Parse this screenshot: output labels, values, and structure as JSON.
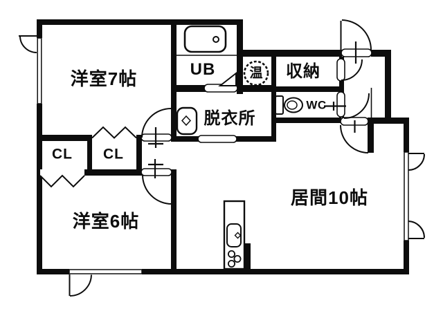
{
  "floorplan": {
    "type": "japanese-apartment-floorplan",
    "rooms": {
      "bedroom7": {
        "label": "洋室7帖"
      },
      "unit_bath": {
        "label": "UB"
      },
      "water_heater": {
        "label": "温"
      },
      "storage": {
        "label": "収納"
      },
      "dressing": {
        "label": "脱衣所"
      },
      "wc": {
        "label": "WC"
      },
      "closet_left": {
        "label": "CL"
      },
      "closet_right": {
        "label": "CL"
      },
      "bedroom6": {
        "label": "洋室6帖"
      },
      "living": {
        "label": "居間10帖"
      }
    },
    "icons": [
      "bathtub-icon",
      "water-heater-badge",
      "washbasin-icon",
      "toilet-icon",
      "kitchen-counter-icon"
    ],
    "colors": {
      "wall": "#0d0d0d",
      "floor": "#ffffff"
    }
  }
}
